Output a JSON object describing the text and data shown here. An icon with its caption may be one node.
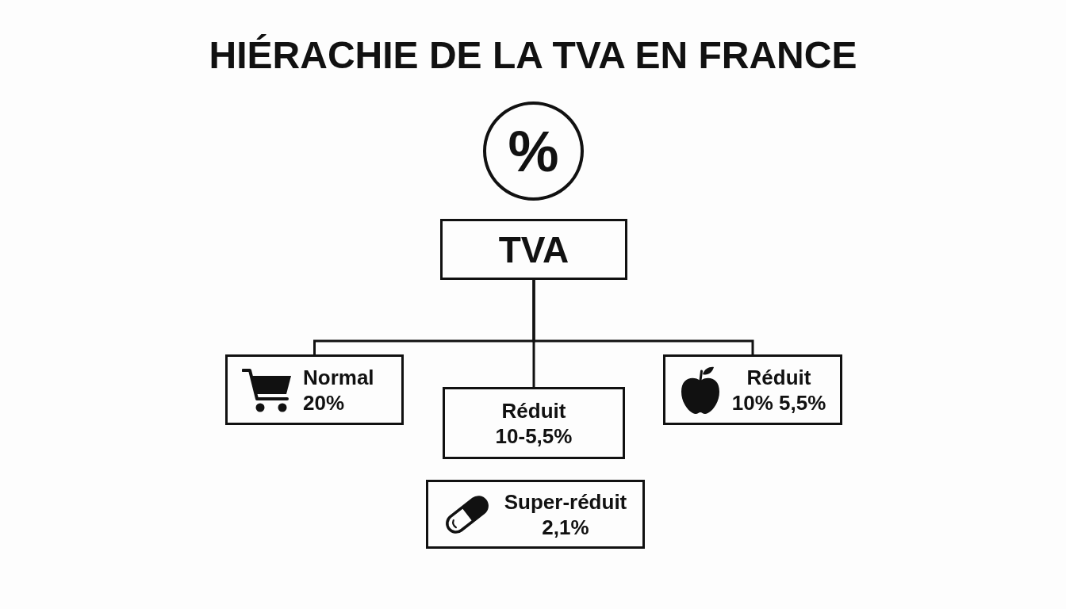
{
  "diagram": {
    "title": "HIÉRACHIE DE LA TVA EN FRANCE",
    "nodes": [
      {
        "text": [
          "%"
        ]
      },
      {
        "text": [
          "TVA"
        ]
      },
      {
        "text": [
          "Normal",
          "20%"
        ]
      },
      {
        "text": [
          "Réduit",
          "10-5,5%"
        ]
      },
      {
        "text": [
          "Réduit",
          "10% 5,5%"
        ]
      },
      {
        "text": [
          "Super-réduit",
          "2,1%"
        ]
      }
    ],
    "edges": [
      {
        "from": 1,
        "to": 2,
        "arrow": "none"
      },
      {
        "from": 1,
        "to": 3,
        "arrow": "none"
      },
      {
        "from": 1,
        "to": 4,
        "arrow": "none"
      }
    ]
  }
}
